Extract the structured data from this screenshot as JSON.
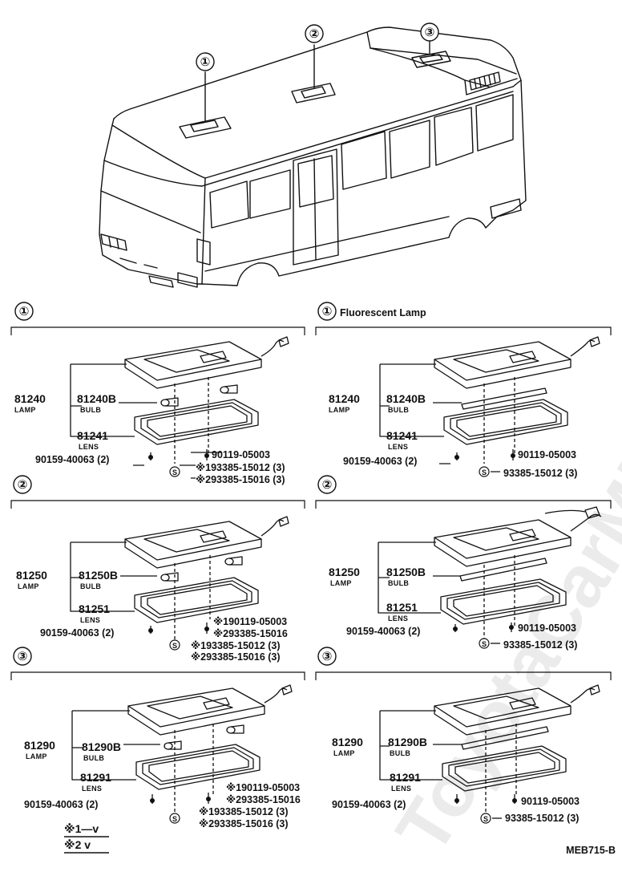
{
  "watermark": "ToyotaCarMinire.ru",
  "bus": {
    "callouts": [
      "①",
      "②",
      "③"
    ]
  },
  "panels": [
    {
      "num": "①",
      "title": "",
      "lamp_num": "81240",
      "lamp_label": "LAMP",
      "bulb_num": "81240B",
      "bulb_label": "BULB",
      "lens_num": "81241",
      "lens_label": "LENS",
      "screw": "90159-40063 (2)",
      "parts": [
        "90119-05003",
        "※193385-15012 (3)",
        "※293385-15016 (3)"
      ],
      "fluorescent": false
    },
    {
      "num": "①",
      "title": "Fluorescent Lamp",
      "lamp_num": "81240",
      "lamp_label": "LAMP",
      "bulb_num": "81240B",
      "bulb_label": "BULB",
      "lens_num": "81241",
      "lens_label": "LENS",
      "screw": "90159-40063 (2)",
      "parts": [
        "90119-05003",
        "93385-15012 (3)"
      ],
      "fluorescent": true
    },
    {
      "num": "②",
      "title": "",
      "lamp_num": "81250",
      "lamp_label": "LAMP",
      "bulb_num": "81250B",
      "bulb_label": "BULB",
      "lens_num": "81251",
      "lens_label": "LENS",
      "screw": "90159-40063 (2)",
      "parts": [
        "※190119-05003",
        "※293385-15016",
        "※193385-15012 (3)",
        "※293385-15016 (3)"
      ],
      "fluorescent": false
    },
    {
      "num": "②",
      "title": "",
      "lamp_num": "81250",
      "lamp_label": "LAMP",
      "bulb_num": "81250B",
      "bulb_label": "BULB",
      "lens_num": "81251",
      "lens_label": "LENS",
      "screw": "90159-40063 (2)",
      "parts": [
        "90119-05003",
        "93385-15012 (3)"
      ],
      "fluorescent": true
    },
    {
      "num": "③",
      "title": "",
      "lamp_num": "81290",
      "lamp_label": "LAMP",
      "bulb_num": "81290B",
      "bulb_label": "BULB",
      "lens_num": "81291",
      "lens_label": "LENS",
      "screw": "90159-40063 (2)",
      "parts": [
        "※190119-05003",
        "※293385-15016",
        "※193385-15012 (3)",
        "※293385-15016 (3)"
      ],
      "fluorescent": false
    },
    {
      "num": "③",
      "title": "",
      "lamp_num": "81290",
      "lamp_label": "LAMP",
      "bulb_num": "81290B",
      "bulb_label": "BULB",
      "lens_num": "81291",
      "lens_label": "LENS",
      "screw": "90159-40063 (2)",
      "parts": [
        "90119-05003",
        "93385-15012 (3)"
      ],
      "fluorescent": true
    }
  ],
  "legend": [
    "※1―v",
    "※2  v"
  ],
  "code": "MEB715-B"
}
